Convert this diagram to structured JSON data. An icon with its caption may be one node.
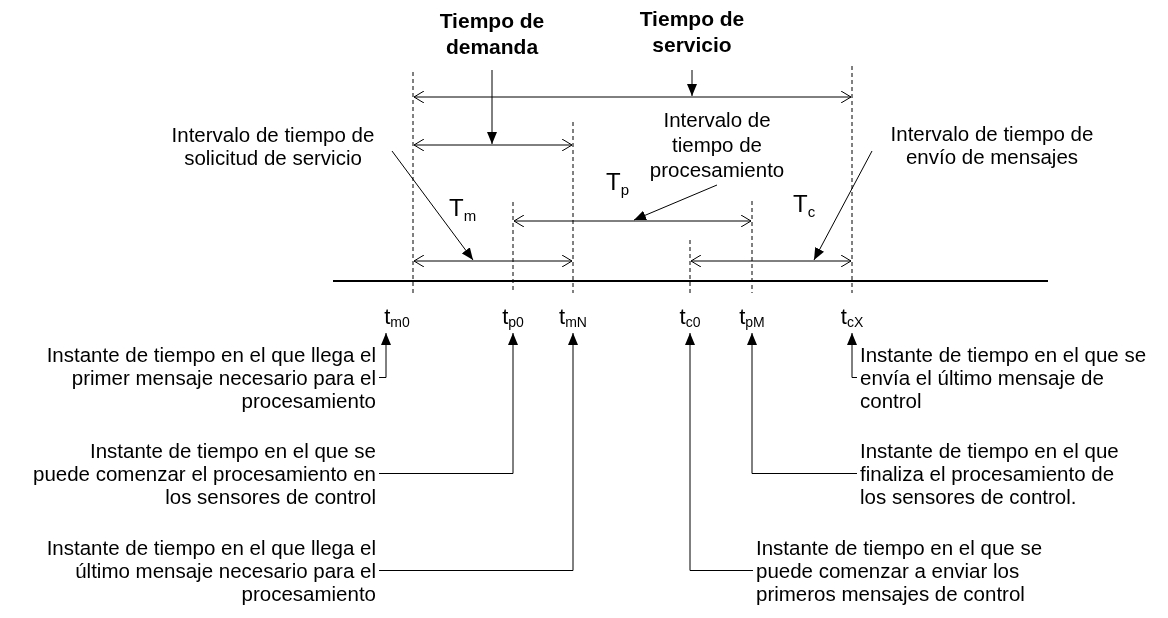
{
  "diagram": {
    "nodes": [
      {
        "text": [
          "Tiempo de demanda"
        ]
      },
      {
        "text": [
          "Tiempo de servicio"
        ]
      },
      {
        "text": [],
        "shape": "line"
      },
      {
        "text": [
          "Intervalo de tiempo de solicitud de servicio"
        ]
      },
      {
        "text": [],
        "shape": "line"
      },
      {
        "text": [
          "Intervalo de tiempo de procesamiento"
        ]
      },
      {
        "text": [
          "Intervalo de tiempo de envío de mensajes"
        ]
      },
      {
        "text": [],
        "shape": "line"
      },
      {
        "text": [],
        "shape": "line"
      },
      {
        "text": [],
        "shape": "line"
      },
      {
        "text": [
          "t$_{m0}$"
        ]
      },
      {
        "text": [
          "t$_{p0}$"
        ]
      },
      {
        "text": [
          "t$_{mN}$"
        ]
      },
      {
        "text": [
          "t$_{c0}$"
        ]
      },
      {
        "text": [
          "t$_{pM}$"
        ]
      },
      {
        "text": [
          "t$_{cX}$"
        ]
      },
      {
        "text": [
          "Instante de tiempo en el que llega el primer mensaje necesario para el procesamiento"
        ]
      },
      {
        "text": [
          "Instante de tiempo en el que se envía el último mensaje de control"
        ]
      },
      {
        "text": [
          "Instante de tiempo en el que se puede comenzar el procesamiento en los sensores de control"
        ]
      },
      {
        "text": [
          "Instante de tiempo en el que finaliza el procesamiento de los sensores de control."
        ]
      },
      {
        "text": [
          "Instante de tiempo en el que llega el último mensaje necesario para el procesamiento"
        ]
      },
      {
        "text": [
          "Instante de tiempo en el que se puede comenzar a enviar los primeros mensajes de control"
        ]
      }
    ],
    "edges": [
      {
        "from": 0,
        "to": 4,
        "arrow": "to"
      },
      {
        "from": 1,
        "to": 2,
        "arrow": "to"
      },
      {
        "from": 3,
        "to": 8,
        "arrow": "to"
      },
      {
        "from": 5,
        "to": 7,
        "arrow": "to"
      },
      {
        "from": 6,
        "to": 9,
        "arrow": "to"
      },
      {
        "from": 16,
        "to": 10,
        "arrow": "to"
      },
      {
        "from": 17,
        "to": 15,
        "arrow": "to"
      },
      {
        "from": 18,
        "to": 11,
        "arrow": "to"
      },
      {
        "from": 19,
        "to": 14,
        "arrow": "to"
      },
      {
        "from": 20,
        "to": 12,
        "arrow": "to"
      },
      {
        "from": 21,
        "to": 13,
        "arrow": "to"
      }
    ],
    "labels": [
      "T$_{m}$",
      "T$_{p}$",
      "T$_{c}$"
    ]
  }
}
